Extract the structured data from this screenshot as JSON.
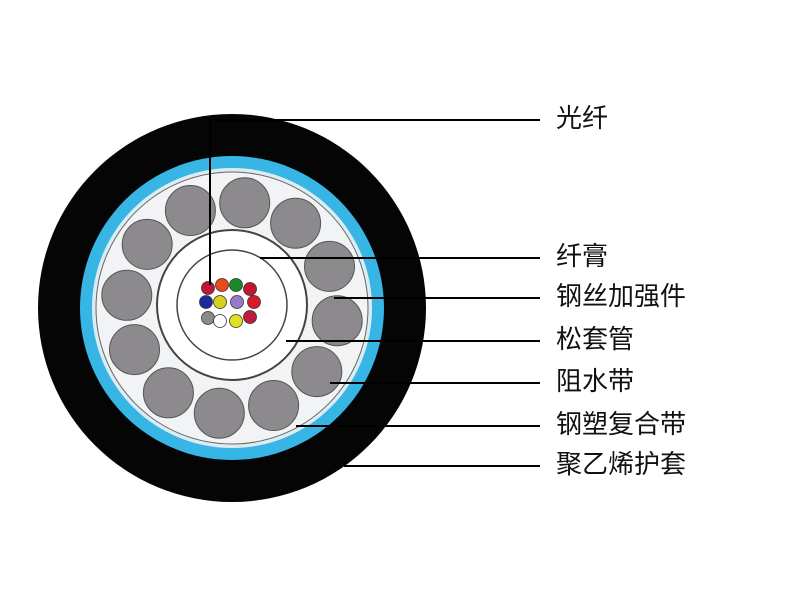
{
  "labels": [
    "光纤",
    "纤膏",
    "钢丝加强件",
    "松套管",
    "阻水带",
    "钢塑复合带",
    "聚乙烯护套"
  ],
  "colors": {
    "jacket": "#050505",
    "steel_tape": "#37b6e6",
    "water_blocking": "#f0f2f5",
    "steel_wire": "#8c8a8c",
    "loose_tube": "#ffffff",
    "leader_line": "#000000"
  },
  "fiber_colors": [
    "#c0143c",
    "#e84a1a",
    "#1a8a2a",
    "#c01830",
    "#1a2a9a",
    "#d8d020",
    "#9a7ac8",
    "#d81a2a",
    "#8a8a8a",
    "#ffffff",
    "#e0e020",
    "#c01a40"
  ]
}
